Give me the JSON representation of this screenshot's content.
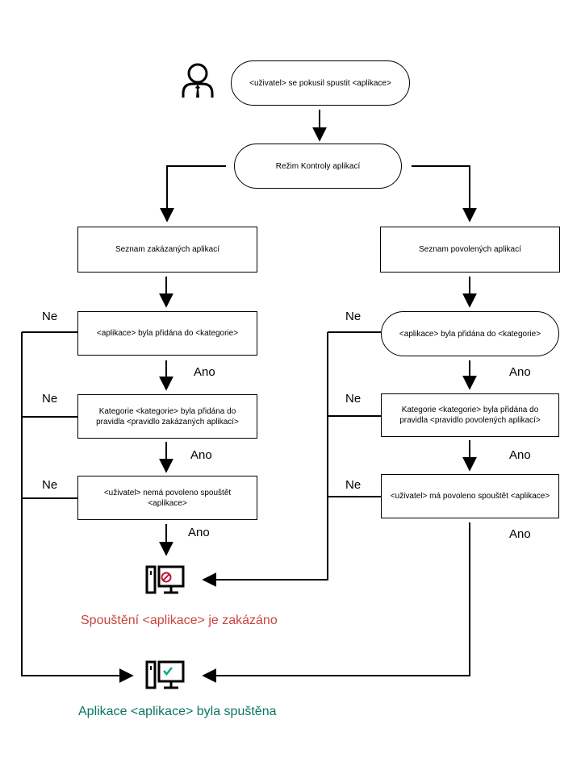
{
  "nodes": {
    "start": "<uživatel> se pokusil spustit <aplikace>",
    "mode": "Režim Kontroly aplikací",
    "deny_list": "Seznam zakázaných aplikací",
    "allow_list": "Seznam povolených aplikací",
    "left_q1": "<aplikace> byla přidána do <kategorie>",
    "left_q2": "Kategorie <kategorie> byla přidána do pravidla <pravidlo zakázaných aplikací>",
    "left_q3": "<uživatel> nemá povoleno spouštět <aplikace>",
    "right_q1": "<aplikace> byla přidána do <kategorie>",
    "right_q2": "Kategorie <kategorie> byla přidána do pravidla <pravidlo povolených aplikací>",
    "right_q3": "<uživatel> má povoleno spouštět <aplikace>"
  },
  "labels": {
    "no": "Ne",
    "yes": "Ano"
  },
  "results": {
    "blocked": "Spouštění <aplikace> je zakázáno",
    "launched": "Aplikace <aplikace> byla spuštěna"
  },
  "colors": {
    "blocked": "#c8453f",
    "launched": "#0a7660",
    "check": "#12a58c",
    "block_icon": "#c8102e"
  },
  "icons": {
    "user": "user-icon",
    "blocked": "computer-blocked-icon",
    "launched": "computer-allowed-icon"
  }
}
